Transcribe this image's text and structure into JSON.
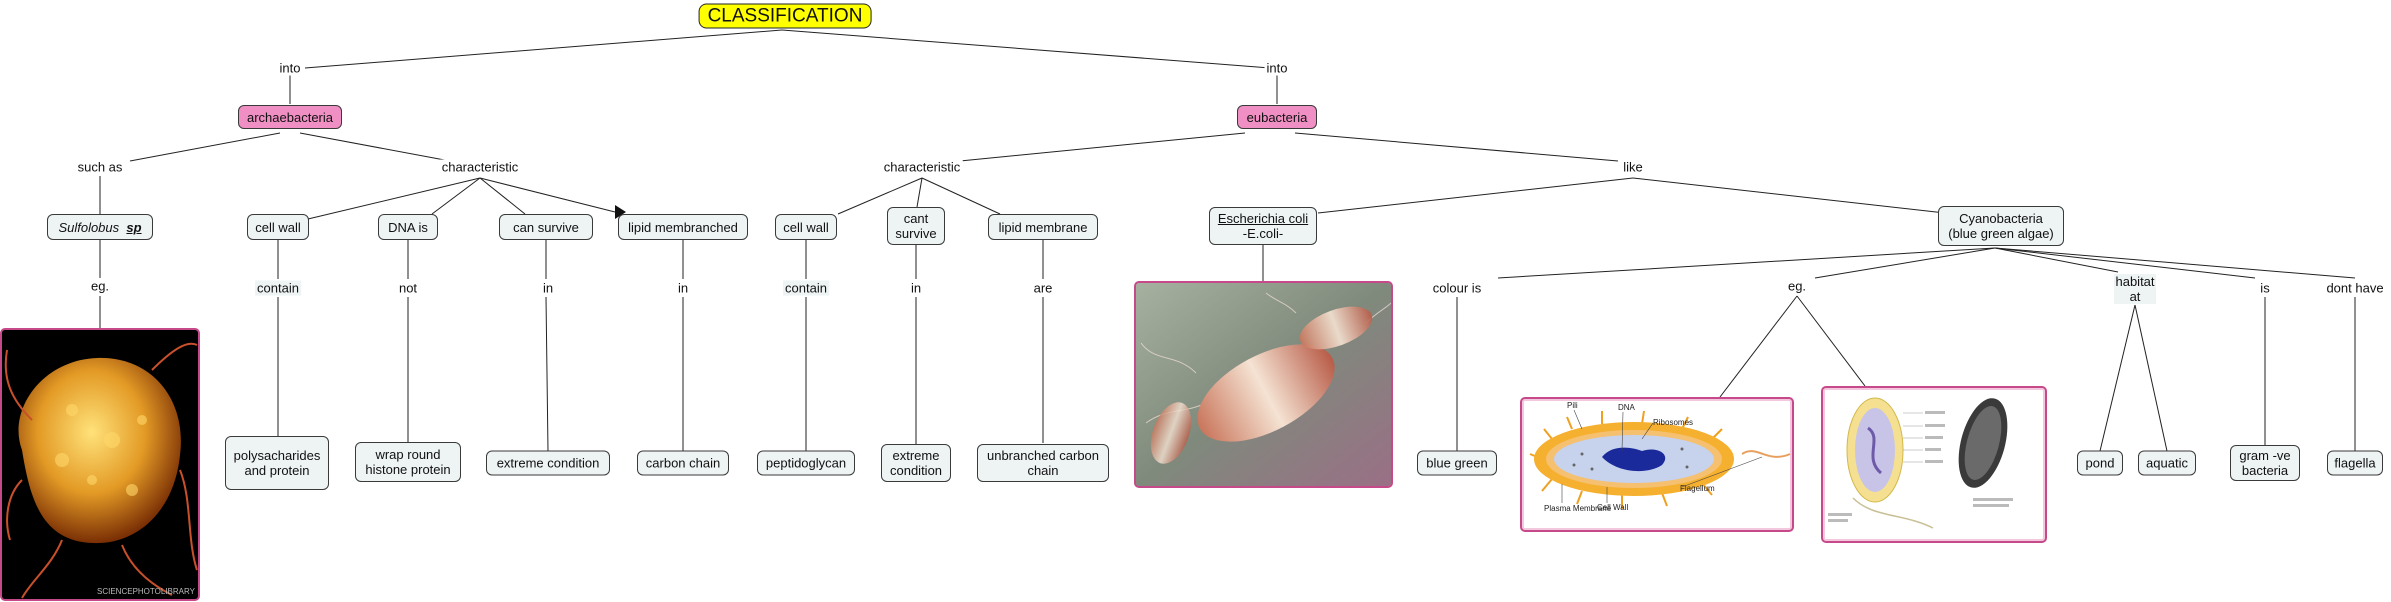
{
  "root": {
    "label": "CLASSIFICATION"
  },
  "archaebacteria": {
    "label": "archaebacteria",
    "link_into": "into",
    "link_such_as": "such as",
    "link_characteristic": "characteristic",
    "example": {
      "genus": "Sulfolobus",
      "species": "sp",
      "link_eg": "eg."
    },
    "photo_credit": "SCIENCEPHOTOLIBRARY",
    "traits": [
      {
        "label": "cell wall",
        "link": "contain",
        "target": "polysacharides and protein"
      },
      {
        "label": "DNA is",
        "link": "not",
        "target": "wrap round histone protein"
      },
      {
        "label": "can survive",
        "link": "in",
        "target": "extreme condition"
      },
      {
        "label": "lipid membranched",
        "link": "in",
        "target": "carbon chain"
      }
    ]
  },
  "eubacteria": {
    "label": "eubacteria",
    "link_into": "into",
    "link_characteristic": "characteristic",
    "link_like": "like",
    "traits": [
      {
        "label": "cell wall",
        "link": "contain",
        "target": "peptidoglycan"
      },
      {
        "label": "cant survive",
        "link": "in",
        "target": "extreme condition"
      },
      {
        "label": "lipid membrane",
        "link": "are",
        "target": "unbranched carbon chain"
      }
    ],
    "ecoli": {
      "line1": "Escherichia coli",
      "line2": "-E.coli-"
    },
    "cyano": {
      "label": "Cyanobacteria (blue green algae)",
      "link_colour": "colour is",
      "colour": "blue green",
      "link_eg": "eg.",
      "link_habitat": "habitat at",
      "habitats": [
        "pond",
        "aquatic"
      ],
      "link_is": "is",
      "is": "gram -ve bacteria",
      "link_dont": "dont have",
      "dont": "flagella"
    },
    "diagram1_labels": [
      "Pili",
      "DNA",
      "Ribosomes",
      "Flagellum",
      "Plasma Membrane",
      "Cell Wall"
    ]
  },
  "colors": {
    "root": "#ffff00",
    "category": "#f08fc3",
    "concept": "#eef3f4",
    "image_border": "#c64a8a"
  }
}
